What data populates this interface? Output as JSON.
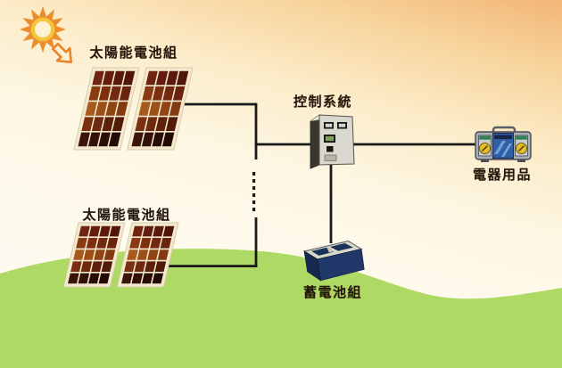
{
  "diagram": {
    "title_hint": "solar-power-system-diagram",
    "labels": {
      "solar_top": "太陽能電池組",
      "solar_bottom": "太陽能電池組",
      "controller": "控制系統",
      "appliances": "電器用品",
      "battery": "蓄電池組"
    },
    "icons": {
      "sun": "sun-icon",
      "arrow": "down-right-arrow-icon",
      "solar_panels": "solar-panel-array",
      "controller": "control-cabinet",
      "boombox": "audio-appliance",
      "battery": "storage-battery"
    },
    "colors": {
      "sky_top": "#f2b576",
      "sky_bottom": "#fefbf1",
      "hill": "#aed964",
      "wire": "#1a1a1a",
      "sun_ray": "#ec8c2d",
      "sun_ring": "#f5c53e",
      "sun_core": "#fdf3d4",
      "panel_frame": "#f4ead0",
      "battery_body": "#20386a",
      "controller_body": "#d9d8ce",
      "boombox_blue": "#2f5fa8",
      "speaker_yellow": "#e6c02a"
    },
    "panel_rows": [
      [
        "#6e2410",
        "#641d0d",
        "#5a190c",
        "#521509"
      ],
      [
        "#8a3a12",
        "#7d2f10",
        "#73290e",
        "#6a240d"
      ],
      [
        "#a85a1e",
        "#9c4f16",
        "#8f4413",
        "#833a10"
      ],
      [
        "#7a3010",
        "#6d280e",
        "#5f200b",
        "#521a09"
      ],
      [
        "#3c140a",
        "#331008",
        "#2a0d06",
        "#220a05"
      ]
    ]
  }
}
